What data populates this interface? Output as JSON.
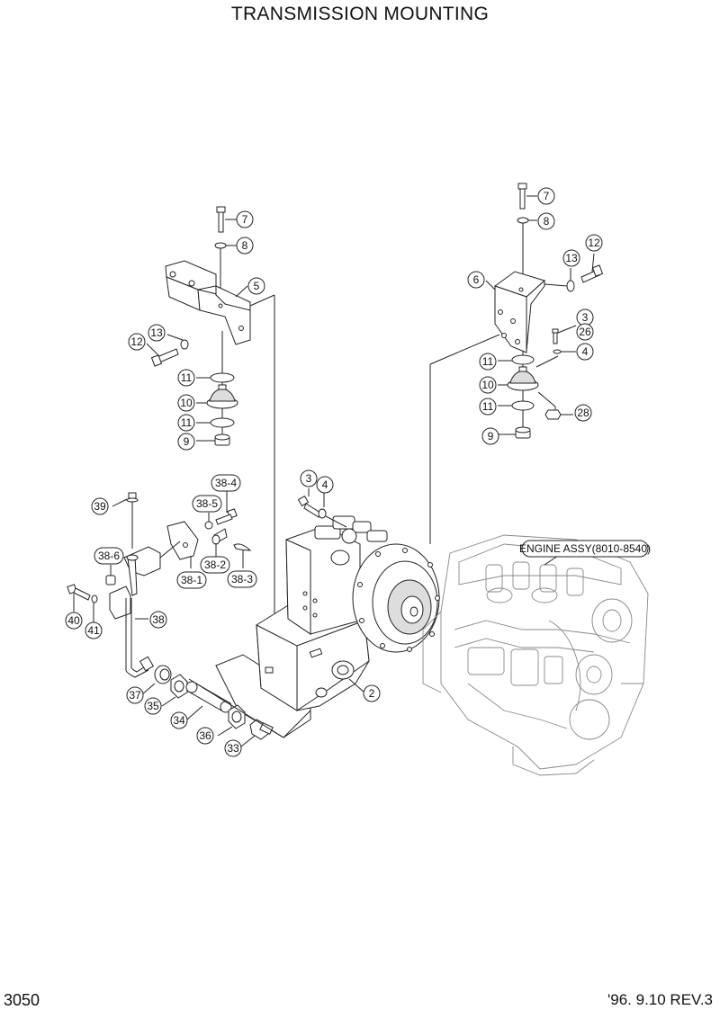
{
  "title": "TRANSMISSION MOUNTING",
  "page_number": "3050",
  "revision": "'96. 9.10  REV.3",
  "engine_label": "ENGINE ASSY(8010-8540)",
  "callouts": [
    {
      "id": "c-7a",
      "text": "7"
    },
    {
      "id": "c-8a",
      "text": "8"
    },
    {
      "id": "c-5",
      "text": "5"
    },
    {
      "id": "c-13a",
      "text": "13"
    },
    {
      "id": "c-12a",
      "text": "12"
    },
    {
      "id": "c-11a",
      "text": "11"
    },
    {
      "id": "c-10a",
      "text": "10"
    },
    {
      "id": "c-11b",
      "text": "11"
    },
    {
      "id": "c-9a",
      "text": "9"
    },
    {
      "id": "c-7b",
      "text": "7"
    },
    {
      "id": "c-8b",
      "text": "8"
    },
    {
      "id": "c-12b",
      "text": "12"
    },
    {
      "id": "c-13b",
      "text": "13"
    },
    {
      "id": "c-6",
      "text": "6"
    },
    {
      "id": "c-3a",
      "text": "3"
    },
    {
      "id": "c-26",
      "text": "26"
    },
    {
      "id": "c-4a",
      "text": "4"
    },
    {
      "id": "c-11c",
      "text": "11"
    },
    {
      "id": "c-10b",
      "text": "10"
    },
    {
      "id": "c-11d",
      "text": "11"
    },
    {
      "id": "c-28",
      "text": "28"
    },
    {
      "id": "c-9b",
      "text": "9"
    },
    {
      "id": "c-3b",
      "text": "3"
    },
    {
      "id": "c-4b",
      "text": "4"
    },
    {
      "id": "c-38-4",
      "text": "38-4"
    },
    {
      "id": "c-38-5",
      "text": "38-5"
    },
    {
      "id": "c-39",
      "text": "39"
    },
    {
      "id": "c-38-6",
      "text": "38-6"
    },
    {
      "id": "c-38-2",
      "text": "38-2"
    },
    {
      "id": "c-38-1",
      "text": "38-1"
    },
    {
      "id": "c-38-3",
      "text": "38-3"
    },
    {
      "id": "c-38",
      "text": "38"
    },
    {
      "id": "c-40",
      "text": "40"
    },
    {
      "id": "c-41",
      "text": "41"
    },
    {
      "id": "c-2",
      "text": "2"
    },
    {
      "id": "c-37",
      "text": "37"
    },
    {
      "id": "c-35",
      "text": "35"
    },
    {
      "id": "c-34",
      "text": "34"
    },
    {
      "id": "c-36",
      "text": "36"
    },
    {
      "id": "c-33",
      "text": "33"
    }
  ]
}
